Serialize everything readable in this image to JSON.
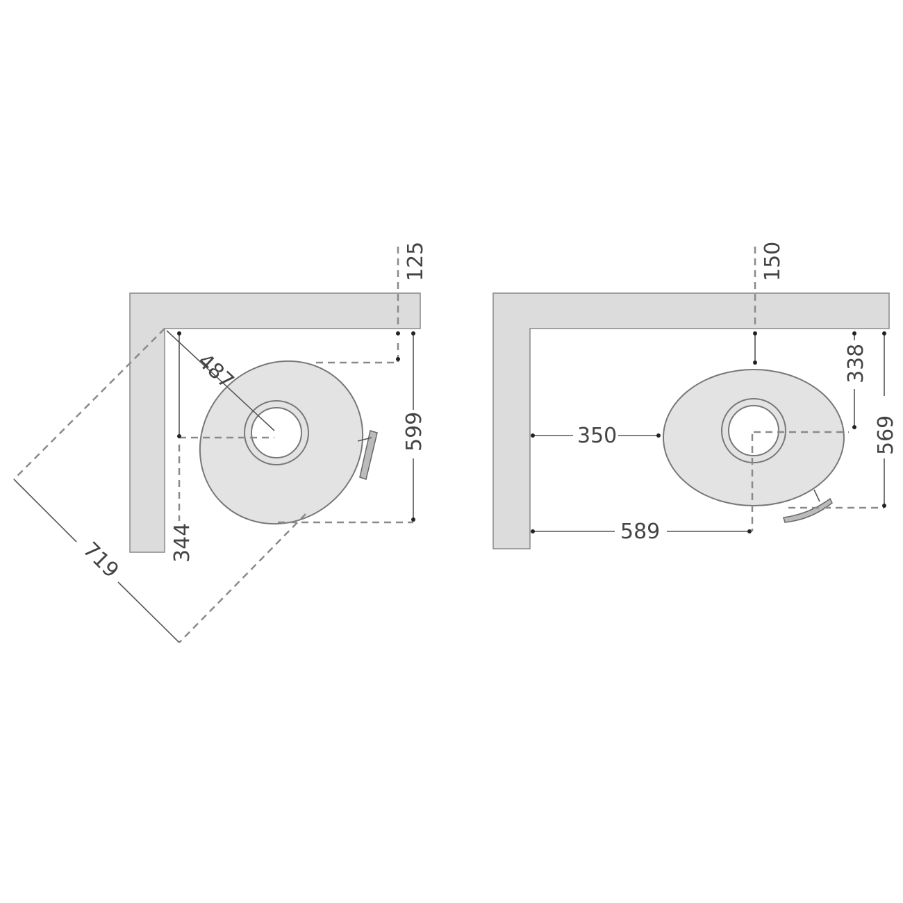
{
  "left_plan": {
    "dimensions": {
      "flue_offset": "125",
      "depth": "599",
      "corner_to_center": "487",
      "side_offset": "344",
      "diagonal_width": "719"
    }
  },
  "right_plan": {
    "dimensions": {
      "flue_offset": "150",
      "wall_to_center": "338",
      "depth": "569",
      "side_clearance": "350",
      "wall_to_flue": "589"
    }
  },
  "colors": {
    "wall": "#dcdcdc",
    "stove": "#e3e3e3",
    "lines": "#8a8a8a"
  }
}
